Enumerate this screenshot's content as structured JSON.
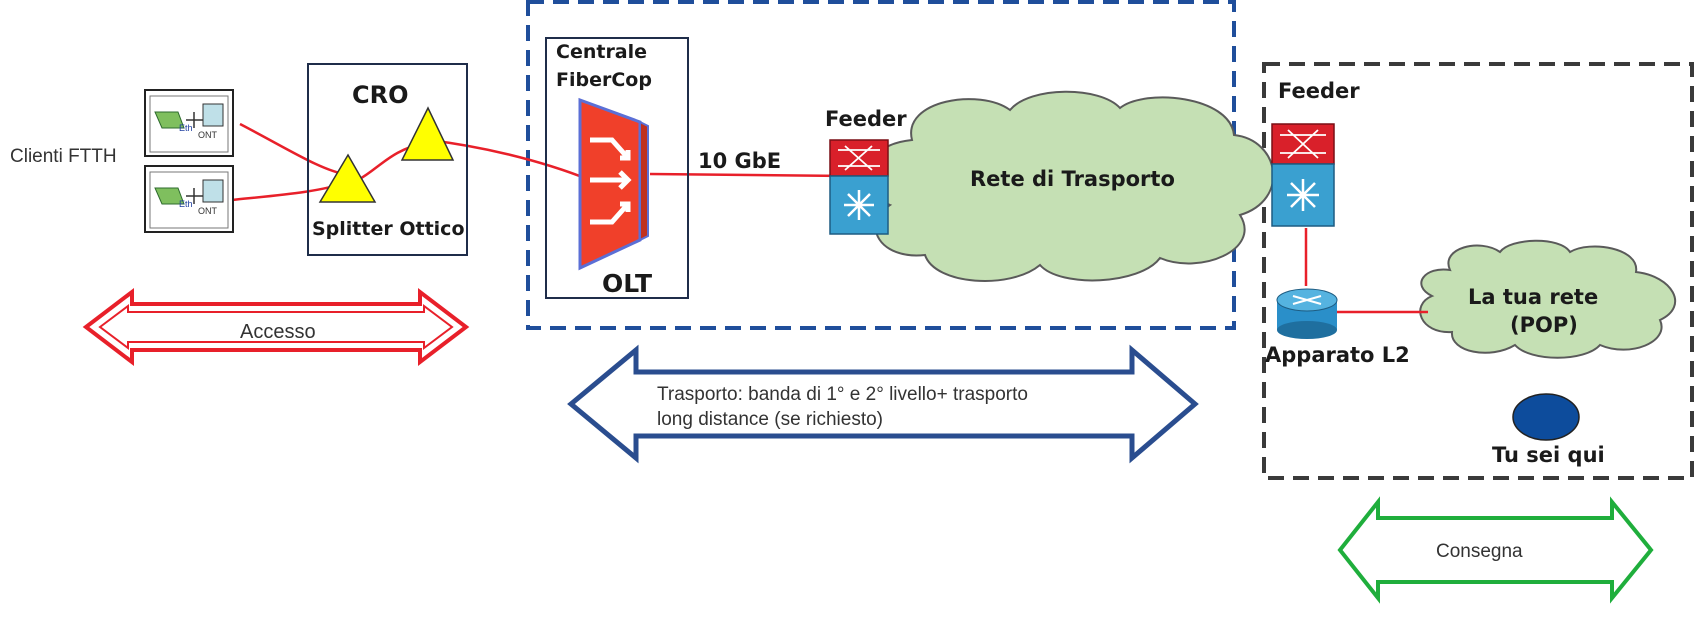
{
  "labels": {
    "clients": "Clienti FTTH",
    "cro": "CRO",
    "splitter": "Splitter Ottico",
    "central_line1": "Centrale",
    "central_line2": "FiberCop",
    "olt": "OLT",
    "link_speed": "10 GbE",
    "feeder_left": "Feeder",
    "feeder_right": "Feeder",
    "transport_network": "Rete di Trasporto",
    "your_network_line1": "La tua rete",
    "your_network_line2": "(POP)",
    "l2_device": "Apparato L2",
    "you_are_here": "Tu sei qui",
    "ont_port": "Eth",
    "ont_label": "ONT"
  },
  "arrows": {
    "access": "Accesso",
    "transport_line1": "Trasporto: banda di 1° e 2° livello+ trasporto",
    "transport_line2": "long distance (se richiesto)",
    "delivery": "Consegna"
  },
  "colors": {
    "fiber_line": "#e8202a",
    "access_arrow": "#e8202a",
    "transport_arrow": "#2a4d8f",
    "delivery_arrow": "#1fae3c",
    "central_frame": "#1f4e9b",
    "pop_frame": "#3a3a3a",
    "cloud_fill": "#c5e0b4",
    "splitter_fill": "#ffff00",
    "olt_fill": "#f0402a",
    "here_marker": "#0d4c9c"
  }
}
